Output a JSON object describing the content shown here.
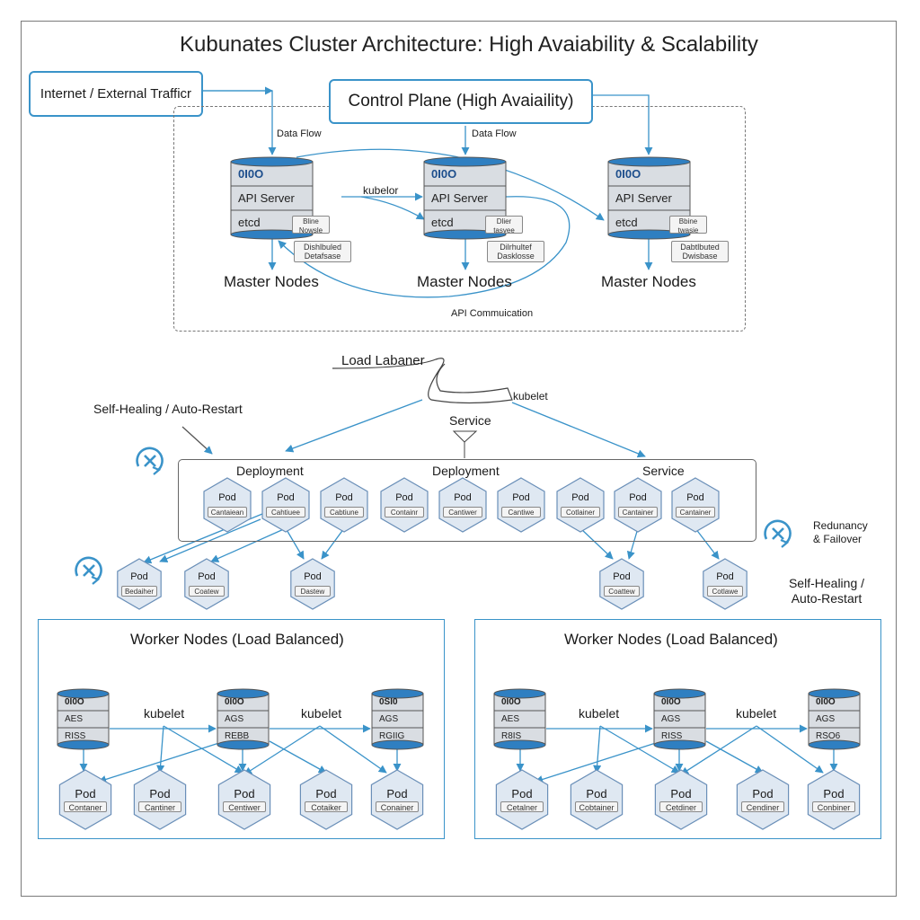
{
  "title": "Kubunates Cluster Architecture: High Avaiability & Scalability",
  "internet_label": "Internet / External Trafficr",
  "control_plane": {
    "label": "Control Plane (High Avaiaility)",
    "data_flow_label": "Data Flow",
    "kubelet_label": "kubelor",
    "api_comm_label": "API Commuication",
    "masters": [
      {
        "top": "0I0O",
        "api": "API Server",
        "etcd": "etcd",
        "chip1": "Bline Nowsle",
        "chip2": "Dishlbuled Detafsase",
        "caption": "Master Nodes"
      },
      {
        "top": "0I0O",
        "api": "API Server",
        "etcd": "etcd",
        "chip1": "Dlier tasvee",
        "chip2": "Dilrhultef Dasklosse",
        "caption": "Master Nodes"
      },
      {
        "top": "0I0O",
        "api": "API Server",
        "etcd": "etcd",
        "chip1": "Bbine twasie",
        "chip2": "Dabtlbuted Dwisbase",
        "caption": "Master Nodes"
      }
    ]
  },
  "load_balancer_label": "Load Labaner",
  "kubelet_label": "kubelet",
  "service_label": "Service",
  "self_healing_left": "Self-Healing / Auto-Restart",
  "cluster_box": {
    "labels": [
      "Deployment",
      "Deployment",
      "Service"
    ],
    "pods": [
      {
        "title": "Pod",
        "chip": "Cantaiean"
      },
      {
        "title": "Pod",
        "chip": "Cahtiuee"
      },
      {
        "title": "Pod",
        "chip": "Cabtiune"
      },
      {
        "title": "Pod",
        "chip": "Containr"
      },
      {
        "title": "Pod",
        "chip": "Cantiwer"
      },
      {
        "title": "Pod",
        "chip": "Cantiwe"
      },
      {
        "title": "Pod",
        "chip": "Cotlainer"
      },
      {
        "title": "Pod",
        "chip": "Cantainer"
      },
      {
        "title": "Pod",
        "chip": "Cantainer"
      }
    ]
  },
  "loose_pods": [
    {
      "title": "Pod",
      "chip": "Bedaiher"
    },
    {
      "title": "Pod",
      "chip": "Coatew"
    },
    {
      "title": "Pod",
      "chip": "Dastew"
    },
    {
      "title": "Pod",
      "chip": "Coattew"
    },
    {
      "title": "Pod",
      "chip": "Cotlawe"
    }
  ],
  "redundancy_label": "Redunancy\n& Failover",
  "self_healing_right": "Self-Healing /\nAuto-Restart",
  "worker_groups": [
    {
      "label": "Worker Nodes (Load Balanced)",
      "kubelet": [
        "kubelet",
        "kubelet"
      ],
      "nodes": [
        {
          "r1": "0I0O",
          "r2": "AES",
          "r3": "RISS"
        },
        {
          "r1": "0I0O",
          "r2": "AGS",
          "r3": "REBB"
        },
        {
          "r1": "0SI0",
          "r2": "AGS",
          "r3": "RGIIG"
        }
      ],
      "pods": [
        {
          "title": "Pod",
          "chip": "Contaner"
        },
        {
          "title": "Pod",
          "chip": "Cantiner"
        },
        {
          "title": "Pod",
          "chip": "Centiwer"
        },
        {
          "title": "Pod",
          "chip": "Cotaiker"
        },
        {
          "title": "Pod",
          "chip": "Conainer"
        }
      ]
    },
    {
      "label": "Worker Nodes (Load Balanced)",
      "kubelet": [
        "kubelet",
        "kubelet"
      ],
      "nodes": [
        {
          "r1": "0I0O",
          "r2": "AES",
          "r3": "R8IS"
        },
        {
          "r1": "0I0O",
          "r2": "AGS",
          "r3": "RISS"
        },
        {
          "r1": "0I0O",
          "r2": "AGS",
          "r3": "RSO6"
        }
      ],
      "pods": [
        {
          "title": "Pod",
          "chip": "Cetalner"
        },
        {
          "title": "Pod",
          "chip": "Cobtainer"
        },
        {
          "title": "Pod",
          "chip": "Cetdiner"
        },
        {
          "title": "Pod",
          "chip": "Cendiner"
        },
        {
          "title": "Pod",
          "chip": "Conbiner"
        }
      ]
    }
  ],
  "colors": {
    "accent": "#3a93c9",
    "db_fill": "#d9dde2",
    "db_band": "#2f7fc1",
    "hex_fill": "#dfe8f2",
    "hex_stroke": "#6a8fb8"
  },
  "icons": [
    "x-circle-refresh-icon"
  ]
}
